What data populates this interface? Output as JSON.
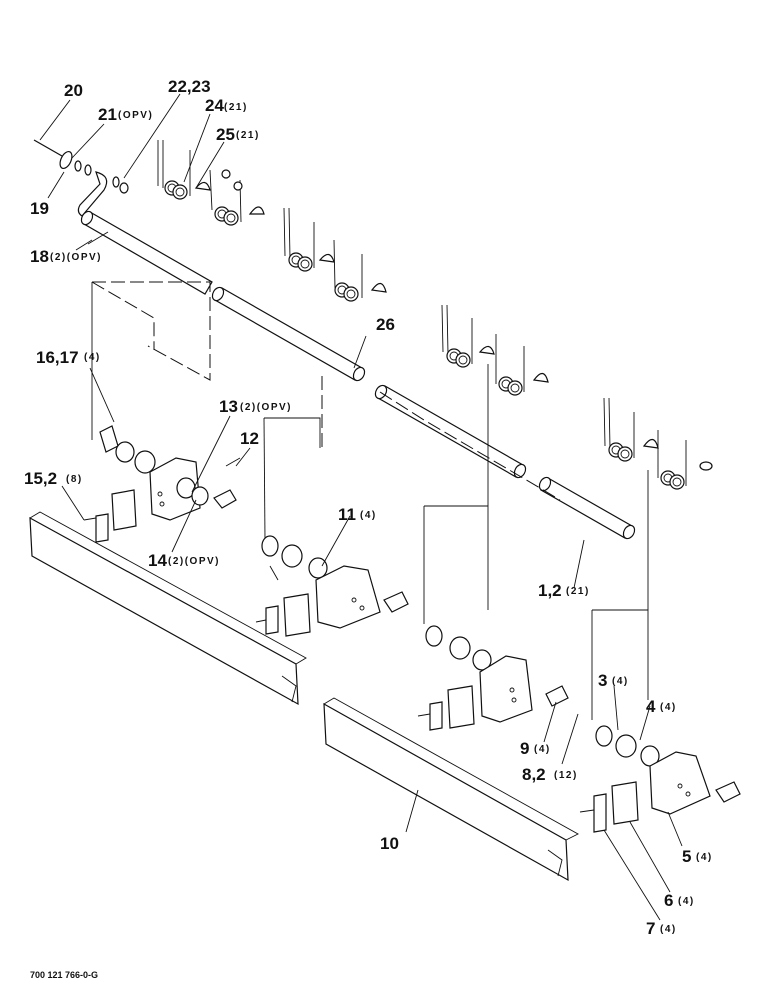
{
  "figure_id": "700 121 766-0-G",
  "callouts": [
    {
      "id": "c20",
      "num": "20",
      "qty": ""
    },
    {
      "id": "c21",
      "num": "21",
      "qty": "(OPV)"
    },
    {
      "id": "c2223",
      "num": "22,23",
      "qty": ""
    },
    {
      "id": "c24",
      "num": "24",
      "qty": "(21)"
    },
    {
      "id": "c25",
      "num": "25",
      "qty": "(21)"
    },
    {
      "id": "c19",
      "num": "19",
      "qty": ""
    },
    {
      "id": "c18",
      "num": "18",
      "qty": "(2)(OPV)"
    },
    {
      "id": "c26",
      "num": "26",
      "qty": ""
    },
    {
      "id": "c1617",
      "num": "16,17",
      "qty": "(4)"
    },
    {
      "id": "c13",
      "num": "13",
      "qty": "(2)(OPV)"
    },
    {
      "id": "c12",
      "num": "12",
      "qty": ""
    },
    {
      "id": "c152",
      "num": "15,2",
      "qty": "(8)"
    },
    {
      "id": "c14",
      "num": "14",
      "qty": "(2)(OPV)"
    },
    {
      "id": "c11",
      "num": "11",
      "qty": "(4)"
    },
    {
      "id": "c12b",
      "num": "1,2",
      "qty": "(21)"
    },
    {
      "id": "c3",
      "num": "3",
      "qty": "(4)"
    },
    {
      "id": "c4",
      "num": "4",
      "qty": "(4)"
    },
    {
      "id": "c9",
      "num": "9",
      "qty": "(4)"
    },
    {
      "id": "c82",
      "num": "8,2",
      "qty": "(12)"
    },
    {
      "id": "c10",
      "num": "10",
      "qty": ""
    },
    {
      "id": "c5",
      "num": "5",
      "qty": "(4)"
    },
    {
      "id": "c6",
      "num": "6",
      "qty": "(4)"
    },
    {
      "id": "c7",
      "num": "7",
      "qty": "(4)"
    }
  ]
}
